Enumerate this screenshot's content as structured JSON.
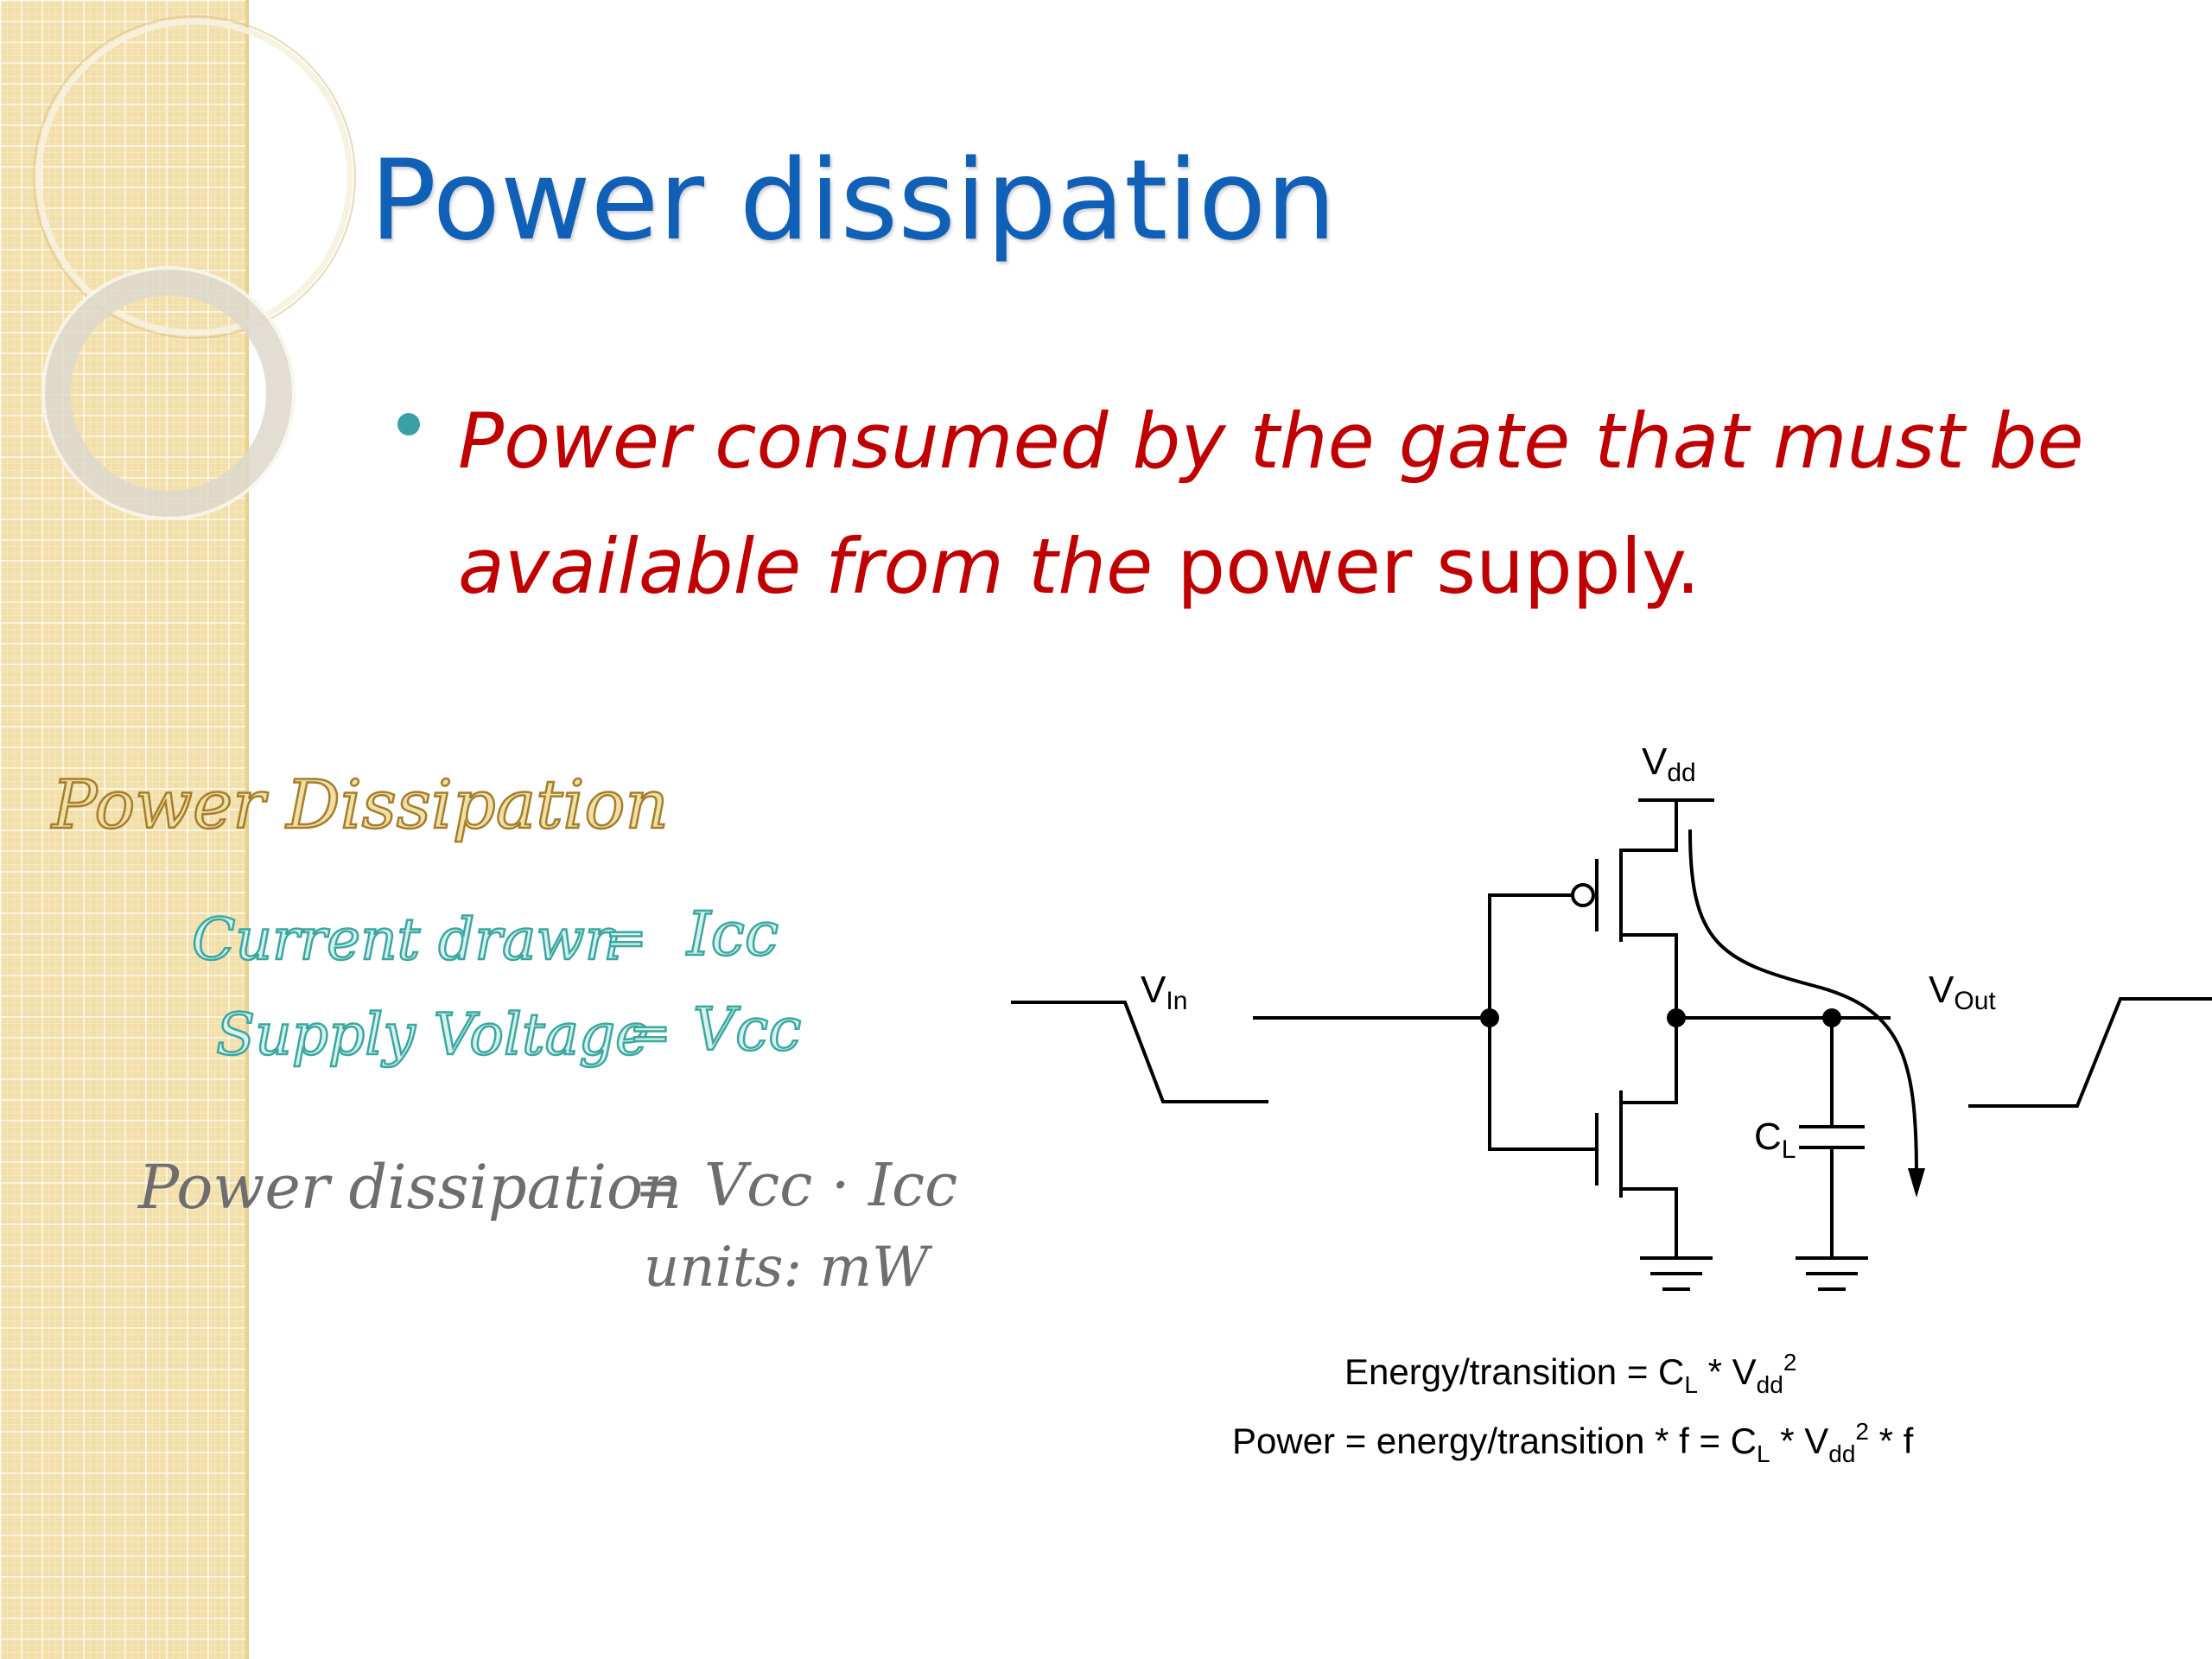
{
  "slide": {
    "title": "Power dissipation",
    "bullet_italic": "Power consumed by the gate that must be available from the",
    "bullet_upright": "power supply."
  },
  "notes": {
    "heading": "Power Dissipation",
    "current_label": "Current drawn",
    "current_eq": "=",
    "current_value": "Icc",
    "supply_label": "Supply Voltage",
    "supply_eq": "=",
    "supply_value": "Vcc",
    "formula_left": "Power dissipation",
    "formula_eq": "=",
    "formula_right": "Vcc · Icc",
    "units": "units: mW"
  },
  "diagram": {
    "vdd_main": "V",
    "vdd_sub": "dd",
    "vin_main": "V",
    "vin_sub": "In",
    "vout_main": "V",
    "vout_sub": "Out",
    "cl_main": "C",
    "cl_sub": "L",
    "eq1_a": "Energy/transition = C",
    "eq1_sub_l": "L",
    "eq1_b": " * V",
    "eq1_sub_dd": "dd",
    "eq1_sup": "2",
    "eq2_a": "Power = energy/transition * f = C",
    "eq2_sub_l": "L",
    "eq2_b": " * V",
    "eq2_sub_dd": "dd",
    "eq2_sup": "2",
    "eq2_c": " * f"
  },
  "colors": {
    "title": "#1060b8",
    "body": "#c00000",
    "bullet": "#3aa0a8",
    "note_heading": "#b08a2a",
    "note_teal": "#3aa8a0",
    "note_gray": "#707070"
  }
}
